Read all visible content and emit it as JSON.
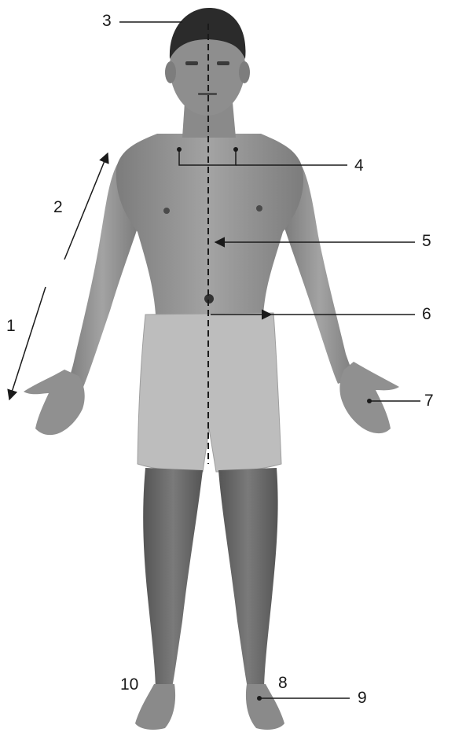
{
  "colors": {
    "background": "#ffffff",
    "skin": "#9a9a9a",
    "skin_dark": "#6e6e6e",
    "hair": "#2b2b2b",
    "shorts": "#bdbdbd",
    "line": "#1a1a1a"
  },
  "labels": {
    "l1": "1",
    "l2": "2",
    "l3": "3",
    "l4": "4",
    "l5": "5",
    "l6": "6",
    "l7": "7",
    "l8": "8",
    "l9": "9",
    "l10": "10"
  }
}
